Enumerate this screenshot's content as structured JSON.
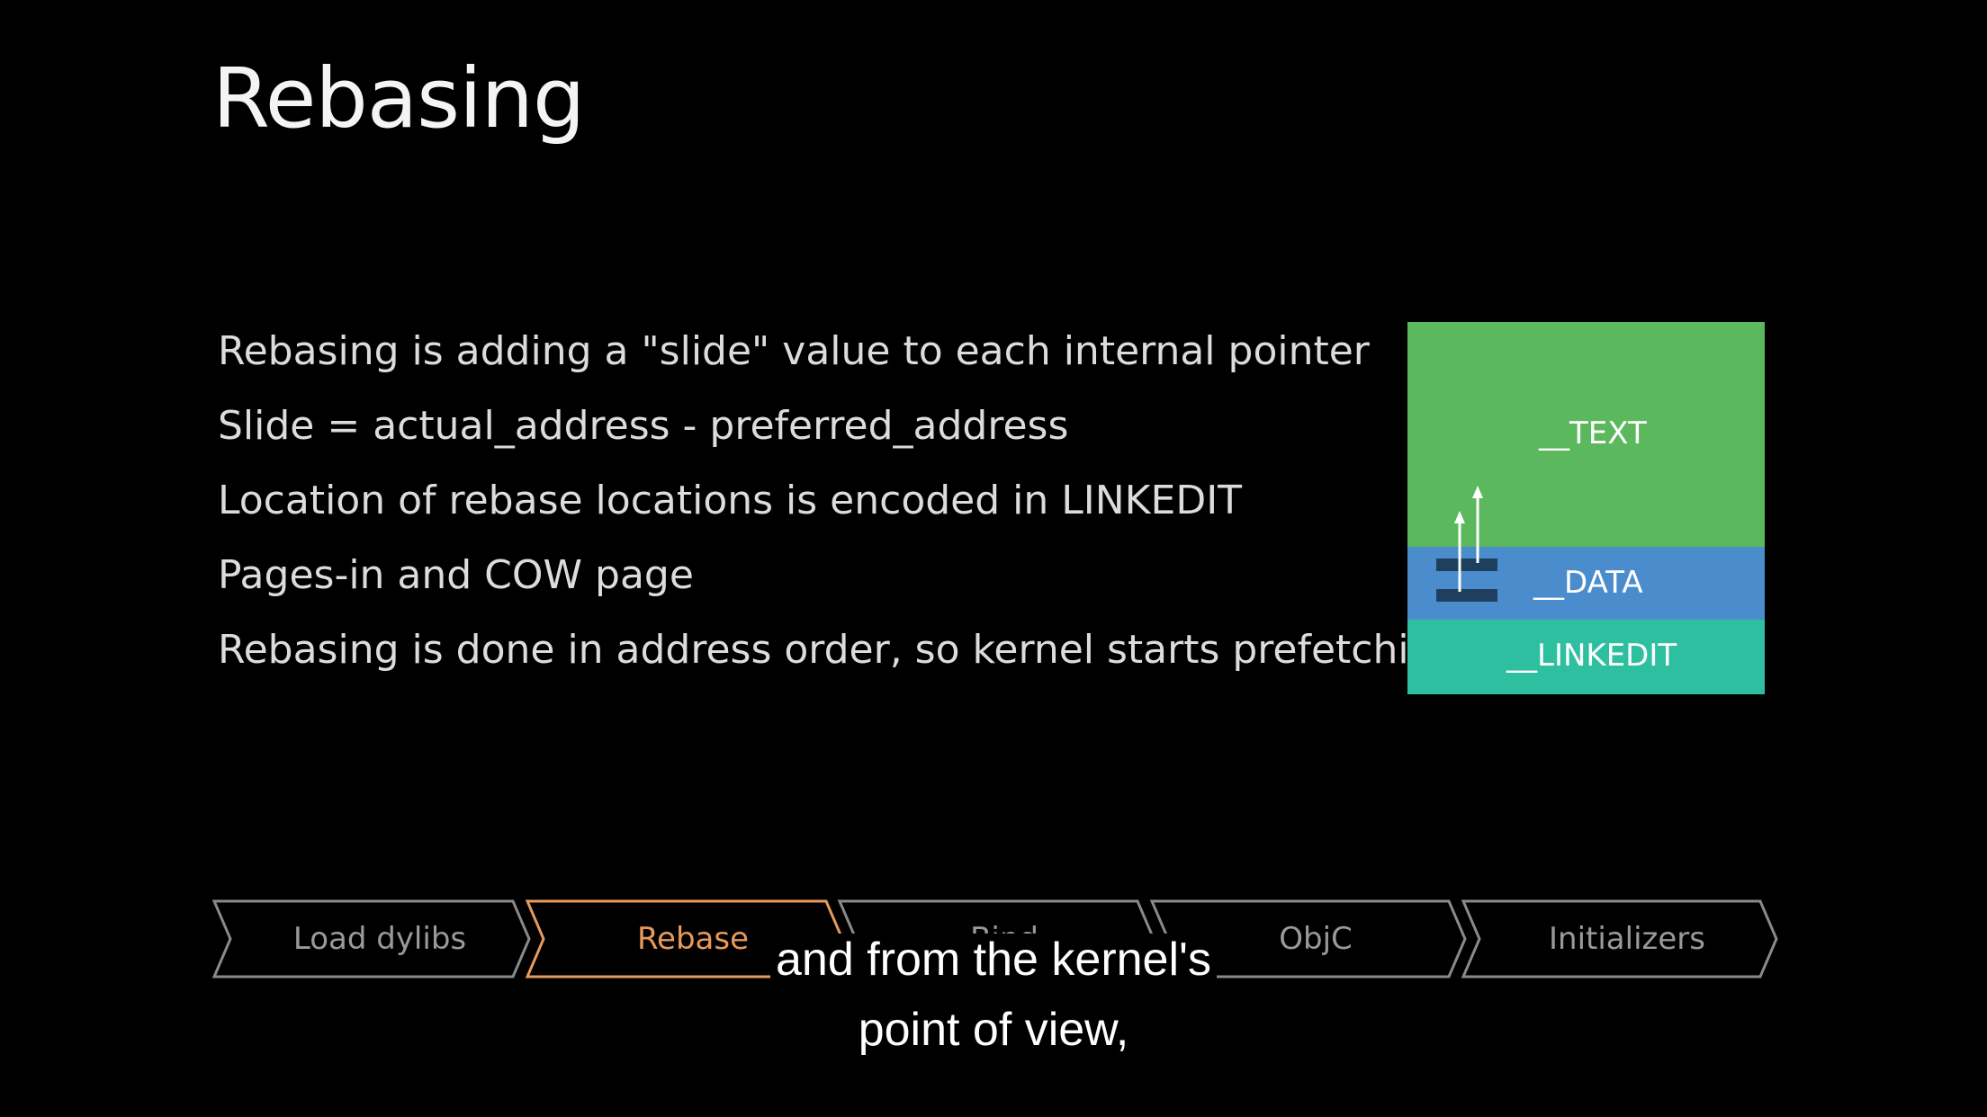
{
  "slide": {
    "title": "Rebasing",
    "bullets": [
      "Rebasing is adding a \"slide\" value to each internal pointer",
      "Slide = actual_address - preferred_address",
      "Location of rebase locations is encoded in LINKEDIT",
      "Pages-in and COW page",
      "Rebasing is done in address order, so kernel starts prefetching"
    ]
  },
  "diagram": {
    "segments": [
      {
        "label": "__TEXT",
        "color": "#5cb85c"
      },
      {
        "label": "__DATA",
        "color": "#4a8ccc"
      },
      {
        "label": "__LINKEDIT",
        "color": "#2ebfa0"
      }
    ],
    "arrow_color": "#ffffff",
    "pointer_color": "#1f3f5f"
  },
  "pipeline": {
    "stages": [
      {
        "label": "Load dylibs",
        "active": false
      },
      {
        "label": "Rebase",
        "active": true
      },
      {
        "label": "Bind",
        "active": false
      },
      {
        "label": "ObjC",
        "active": false
      },
      {
        "label": "Initializers",
        "active": false
      }
    ],
    "inactive_color": "#9a9a9a",
    "active_color": "#e79a5a"
  },
  "subtitles": {
    "line1": "and from the kernel's",
    "line2": "point of view,"
  }
}
